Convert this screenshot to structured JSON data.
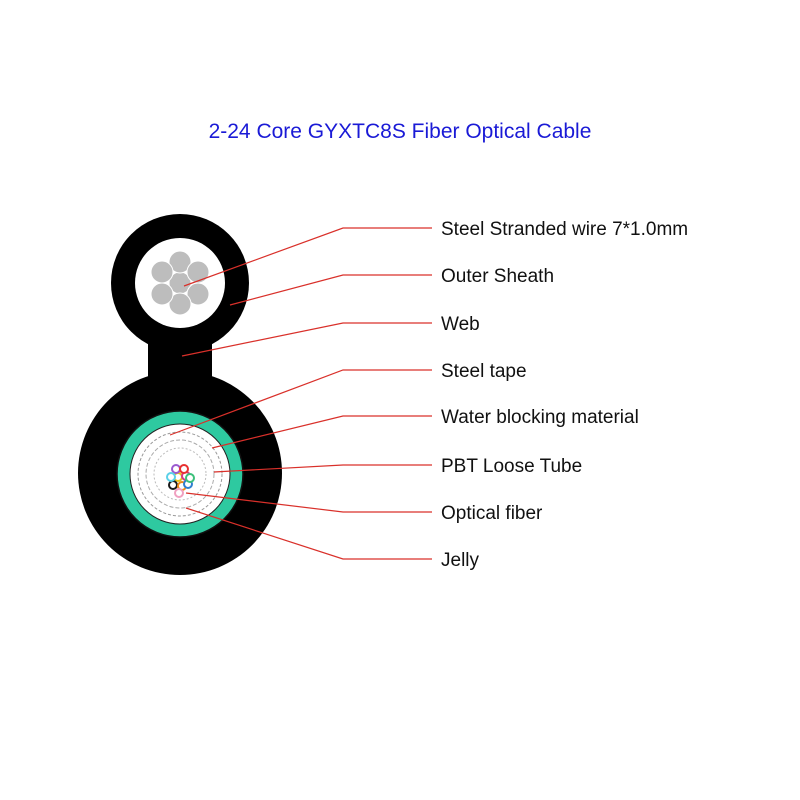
{
  "title": "2-24 Core GYXTC8S Fiber Optical Cable",
  "colors": {
    "title": "#1a1ad6",
    "sheath": "#000000",
    "strand": "#bdbdbd",
    "water_blocking": "#2ec9a0",
    "leader": "#d9302a",
    "tube": "#ffffff",
    "fibers": [
      "#e8c21a",
      "#d43a8a",
      "#1a1a1a",
      "#f08a1a",
      "#2f7fd0",
      "#9a5ad0",
      "#e83030",
      "#3cc07a",
      "#5ad0e8",
      "#f0a0c0"
    ]
  },
  "labels": [
    "Steel Stranded wire 7*1.0mm",
    "Outer Sheath",
    "Web",
    "Steel tape",
    "Water blocking material",
    "PBT Loose Tube",
    "Optical fiber",
    "Jelly"
  ]
}
